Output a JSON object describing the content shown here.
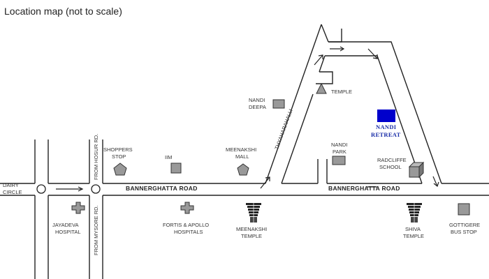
{
  "title": "Location map  (not to scale)",
  "roads": {
    "bannerghatta_left": "BANNERGHATTA ROAD",
    "bannerghatta_right": "BANNERGHATTA ROAD",
    "hosur": "FROM HOSUR RD.",
    "mysore": "FROM MYSORE RD.",
    "thyaharahalli": "THYAHARAHALLI"
  },
  "junctions": {
    "dairy_circle": [
      "DAIRY",
      "CIRCLE"
    ]
  },
  "landmarks": {
    "shoppers_stop": [
      "SHOPPERS",
      "STOP"
    ],
    "iim": [
      "IIM"
    ],
    "meenakshi_mall": [
      "MEENAKSHI",
      "MALL"
    ],
    "nandi_deepa": [
      "NANDI",
      "DEEPA"
    ],
    "temple_north": [
      "TEMPLE"
    ],
    "nandi_park": [
      "NANDI",
      "PARK"
    ],
    "radcliffe_school": [
      "RADCLIFFE",
      "SCHOOL"
    ],
    "jayadeva_hospital": [
      "JAYADEVA",
      "HOSPITAL"
    ],
    "fortis_apollo": [
      "FORTIS & APOLLO",
      "HOSPITALS"
    ],
    "meenakshi_temple": [
      "MEENAKSHI",
      "TEMPLE"
    ],
    "shiva_temple": [
      "SHIVA",
      "TEMPLE"
    ],
    "gottigere_bus_stop": [
      "GOTTIGERE",
      "BUS STOP"
    ]
  },
  "destination": {
    "label": [
      "NANDI",
      "RETREAT"
    ],
    "color": "#0000cc"
  },
  "colors": {
    "road": "#222222",
    "landmark": "#999999",
    "destination_text": "#1a2ea8"
  },
  "icons": {
    "hospital": "cross-icon",
    "mall": "pentagon-icon",
    "temple_gopuram": "gopuram-icon",
    "temple": "triangle-icon",
    "school": "cube-icon",
    "building": "square-icon",
    "circle": "roundabout-icon"
  }
}
